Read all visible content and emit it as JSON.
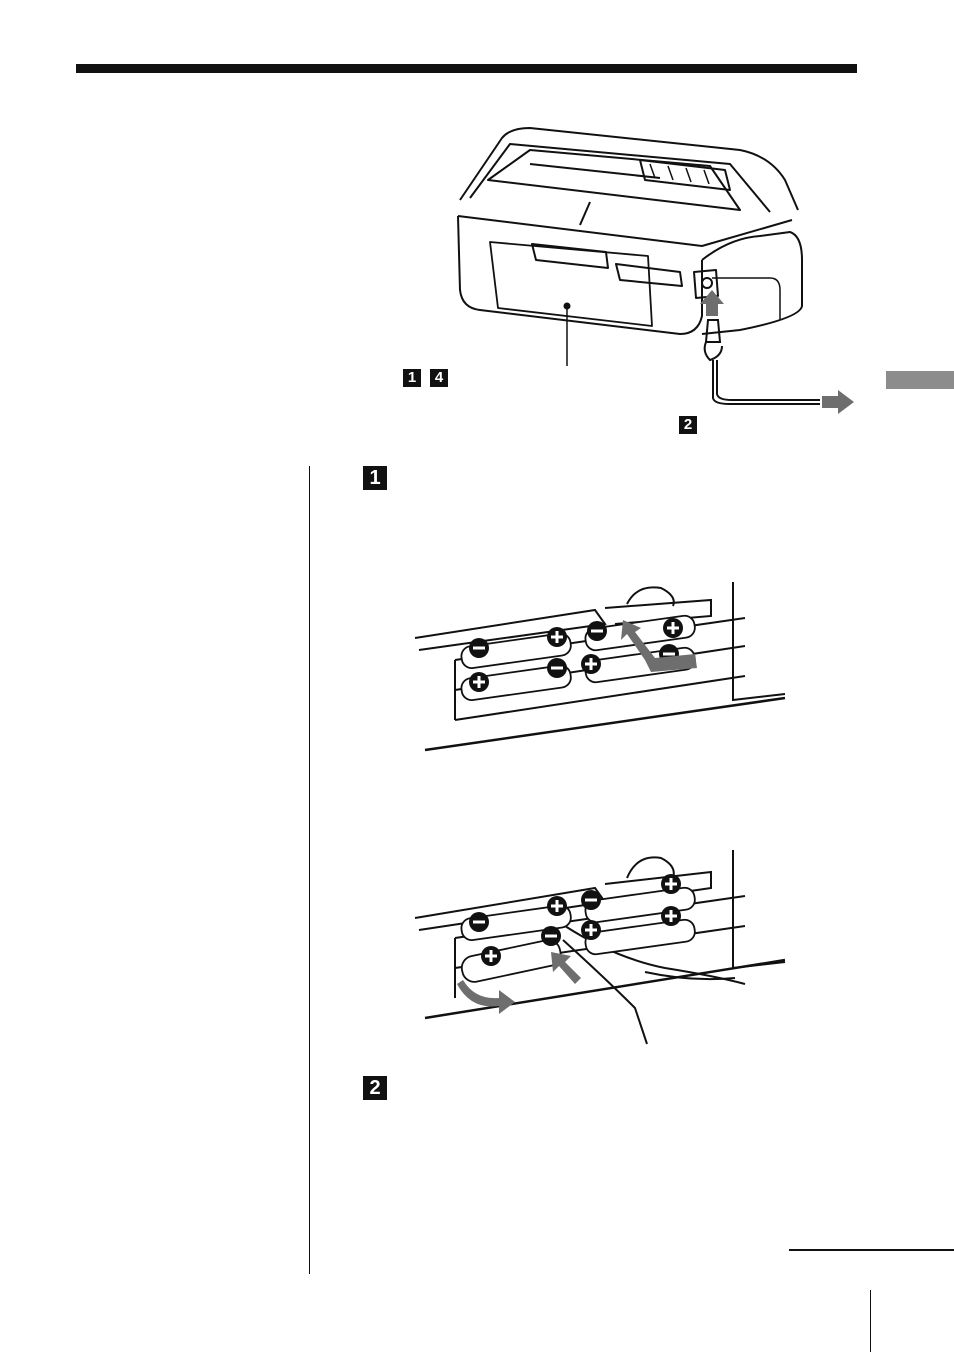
{
  "steps": {
    "fig_step_a": "1",
    "fig_step_b": "4",
    "fig_step_c": "2",
    "body_step_1": "1",
    "body_step_2": "2"
  },
  "colors": {
    "ink": "#111111",
    "arrow_grey": "#6e6e6e",
    "tab_grey": "#8c8c8c"
  }
}
